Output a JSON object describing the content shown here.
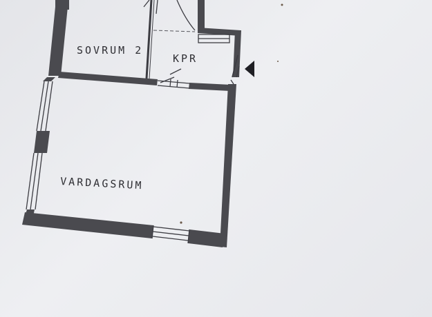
{
  "floor_plan": {
    "rooms": [
      {
        "id": "sovrum-2",
        "label": "SOVRUM 2"
      },
      {
        "id": "kpr",
        "label": "KPR"
      },
      {
        "id": "vardagsrum",
        "label": "VARDAGSRUM"
      }
    ],
    "colors": {
      "paper": "#e9eaee",
      "wall": "#4a4a4f",
      "ink": "#2f2f34"
    }
  }
}
